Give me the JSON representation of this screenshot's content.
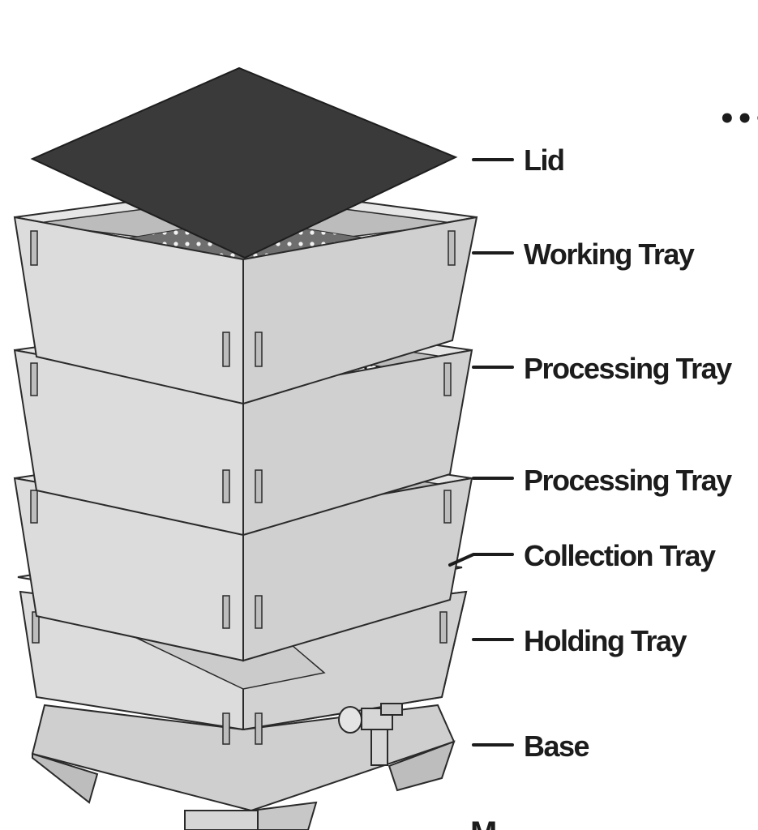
{
  "labels": {
    "lid": "Lid",
    "working_tray": "Working Tray",
    "processing_tray_1": "Processing Tray",
    "processing_tray_2": "Processing Tray",
    "collection_tray": "Collection Tray",
    "holding_tray": "Holding Tray",
    "base": "Base"
  },
  "overflow_menu": "•••",
  "bottom_text": "M",
  "colors": {
    "tray_fill": "#dcdcdc",
    "tray_side": "#cfcfcf",
    "tray_inner": "#b8b8b8",
    "lid": "#3a3a3a",
    "outline": "#2a2a2a",
    "compost_dark": "#1a1a1a"
  },
  "icons": {
    "overflow": "more-horizontal-icon",
    "tap": "drain-tap-icon"
  }
}
